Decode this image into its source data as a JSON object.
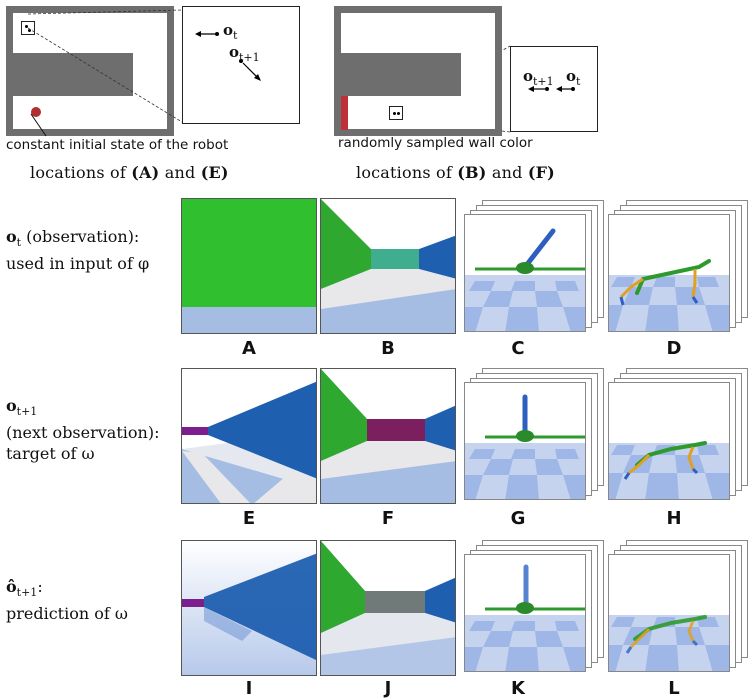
{
  "maze_left": {
    "annotation": "constant initial state of the robot",
    "caption": {
      "prefix": "locations of ",
      "a": "(A)",
      "mid": " and ",
      "b": "(E)"
    },
    "zoom": {
      "obs_t": "o",
      "obs_t_sub": "t",
      "obs_t1": "o",
      "obs_t1_sub": "t+1"
    }
  },
  "maze_right": {
    "annotation": "randomly sampled wall color",
    "caption": {
      "prefix": "locations of ",
      "a": "(B)",
      "mid": " and ",
      "b": "(F)"
    },
    "zoom": {
      "obs_t1": "o",
      "obs_t1_sub": "t+1",
      "obs_t": "o",
      "obs_t_sub": "t"
    }
  },
  "rows": [
    {
      "sym": "o",
      "sub": "t",
      "line1_rest": " (observation):",
      "line2": "used in input of φ",
      "line3": ""
    },
    {
      "sym": "o",
      "sub": "t+1",
      "line1_rest": "",
      "line2": "(next observation):",
      "line3": "target of ω"
    },
    {
      "sym": "ô",
      "sub": "t+1",
      "line1_rest": ":",
      "line2": "prediction of ω",
      "line3": ""
    }
  ],
  "panels": {
    "A": "A",
    "B": "B",
    "C": "C",
    "D": "D",
    "E": "E",
    "F": "F",
    "G": "G",
    "H": "H",
    "I": "I",
    "J": "J",
    "K": "K",
    "L": "L"
  },
  "colors": {
    "maze_wall": "#6e6e6e",
    "robot_dot": "#b03030",
    "wall_red": "#c0303a",
    "floor_blue": "#a6bde3",
    "green_wall": "#2fa82f",
    "teal_wall": "#3fae8e",
    "blue_wall": "#1f5fb0",
    "purple_wall": "#7b1f5e",
    "checker_blue": "#9fb7e6"
  }
}
